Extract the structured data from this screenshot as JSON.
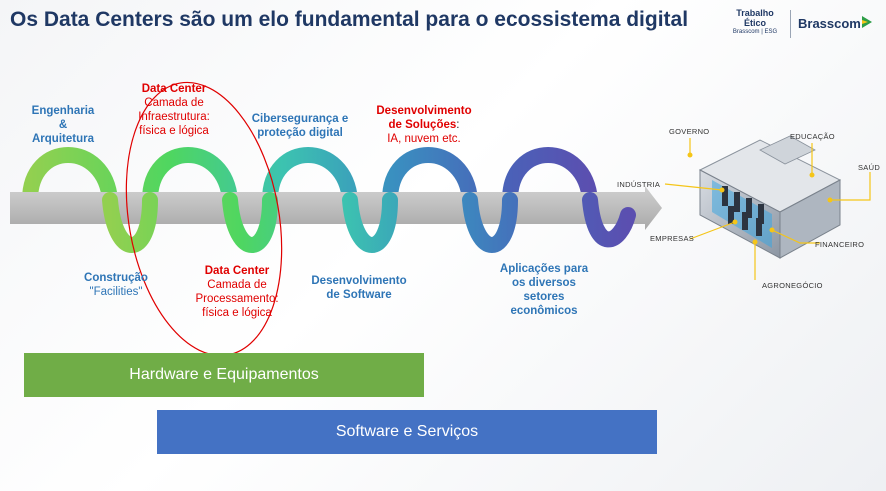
{
  "title": "Os Data Centers são um elo fundamental para o ecossistema digital",
  "logos": {
    "ethic_line1": "Trabalho",
    "ethic_line2": "Ético",
    "ethic_line3": "Brasscom | ESG",
    "brand": "Brasscom"
  },
  "top_labels": {
    "eng": [
      "Engenharia",
      "&",
      "Arquitetura"
    ],
    "dc_infra_title": "Data Center",
    "dc_infra_lines": [
      "Camada de",
      "Infraestrutura:",
      "física e lógica"
    ],
    "ciber": [
      "Cibersegurança e",
      "proteção digital"
    ],
    "solucoes_title": [
      "Desenvolvimento",
      "de Soluções"
    ],
    "solucoes_colon": ":",
    "solucoes_desc": "IA, nuvem etc."
  },
  "bottom_labels": {
    "construcao_title": "Construção",
    "construcao_sub": "\"Facilities\"",
    "dc_proc_title": "Data Center",
    "dc_proc_lines": [
      "Camada de",
      "Processamento:",
      "física e lógica"
    ],
    "software": [
      "Desenvolvimento",
      "de Software"
    ],
    "aplicacoes": [
      "Aplicações para",
      "os diversos",
      "setores",
      "econômicos"
    ]
  },
  "sectors": {
    "governo": "GOVERNO",
    "educacao": "EDUCAÇÃO",
    "saude": "SAÚD",
    "industria": "INDÚSTRIA",
    "empresas": "EMPRESAS",
    "financeiro": "FINANCEIRO",
    "agronegocio": "AGRONEGÓCIO"
  },
  "bars": {
    "hardware": "Hardware e Equipamentos",
    "software": "Software e Serviços"
  },
  "colors": {
    "title": "#1f3864",
    "label_blue": "#2e75b6",
    "highlight_red": "#e00000",
    "hardware_bar": "#70ad47",
    "software_bar": "#4472c4",
    "connector": "#f5c518"
  }
}
